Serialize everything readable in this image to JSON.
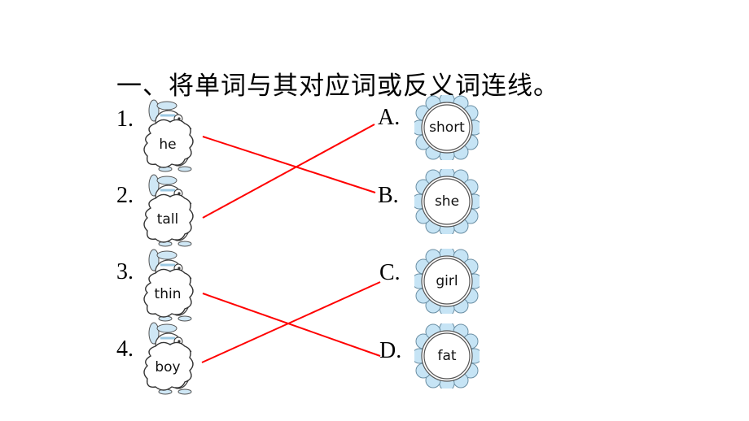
{
  "title": "一、将单词与其对应词或反义词连线。",
  "left_items": [
    {
      "number": "1.",
      "word": "he"
    },
    {
      "number": "2.",
      "word": "tall"
    },
    {
      "number": "3.",
      "word": "thin"
    },
    {
      "number": "4.",
      "word": "boy"
    }
  ],
  "right_items": [
    {
      "letter": "A.",
      "word": "short"
    },
    {
      "letter": "B.",
      "word": "she"
    },
    {
      "letter": "C.",
      "word": "girl"
    },
    {
      "letter": "D.",
      "word": "fat"
    }
  ],
  "connections": [
    {
      "from": "1",
      "to": "B"
    },
    {
      "from": "2",
      "to": "A"
    },
    {
      "from": "3",
      "to": "D"
    },
    {
      "from": "4",
      "to": "C"
    }
  ],
  "colors": {
    "line": "#ff0000",
    "decoration": "#bfe0f2"
  }
}
